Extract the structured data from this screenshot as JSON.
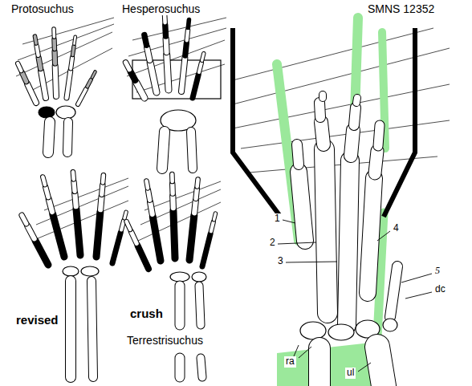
{
  "diagram": {
    "labels": [
      "Protosuchus",
      "Hesperosuchus",
      "SMNS 12352",
      "revised",
      "crush",
      "Terrestrisuchus",
      "1",
      "2",
      "3",
      "4",
      "5",
      "dc",
      "ra",
      "ul"
    ]
  }
}
